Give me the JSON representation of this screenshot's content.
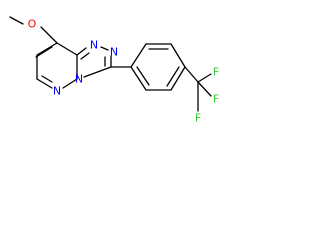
{
  "molecule": {
    "atoms": {
      "O": {
        "label": "O",
        "color": "#ff0000"
      },
      "N1": {
        "label": "N",
        "color": "#0000ff"
      },
      "N2": {
        "label": "N",
        "color": "#0000ff"
      },
      "N4": {
        "label": "N",
        "color": "#0000ff"
      },
      "N5": {
        "label": "N",
        "color": "#0000ff"
      },
      "F1": {
        "label": "F",
        "color": "#33cc33"
      },
      "F2": {
        "label": "F",
        "color": "#33cc33"
      },
      "F3": {
        "label": "F",
        "color": "#33cc33"
      }
    },
    "bond_color": "#000000"
  }
}
